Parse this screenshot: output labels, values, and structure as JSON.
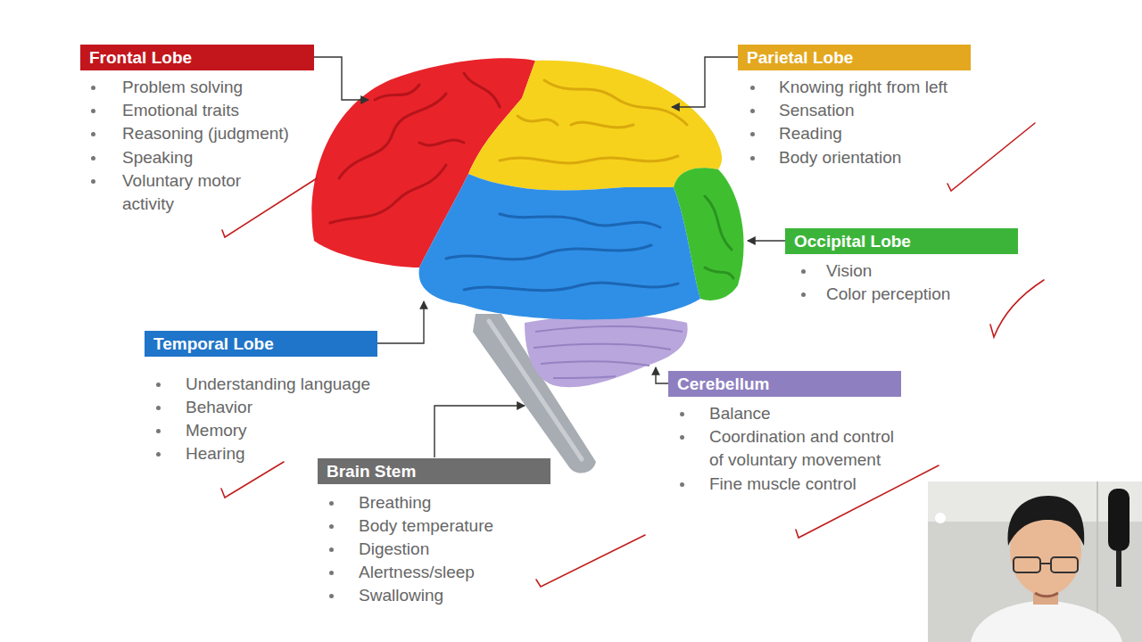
{
  "diagram": {
    "nodes": [
      {
        "text": [
          "Frontal Lobe"
        ]
      },
      {
        "text": [
          "Parietal Lobe"
        ]
      },
      {
        "text": [
          "Occipital Lobe"
        ]
      },
      {
        "text": [
          "Temporal Lobe"
        ]
      },
      {
        "text": [
          "Cerebellum"
        ]
      },
      {
        "text": [
          "Brain Stem"
        ]
      }
    ],
    "labels": [
      "Problem solving",
      "Emotional traits",
      "Reasoning (judgment)",
      "Speaking",
      "Voluntary motor activity",
      "Knowing right from left",
      "Sensation",
      "Reading",
      "Body orientation",
      "Vision",
      "Color perception",
      "Understanding language",
      "Behavior",
      "Memory",
      "Hearing",
      "Balance",
      "Coordination and control of voluntary movement",
      "Fine muscle control",
      "Breathing",
      "Body temperature",
      "Digestion",
      "Alertness/sleep",
      "Swallowing"
    ]
  }
}
